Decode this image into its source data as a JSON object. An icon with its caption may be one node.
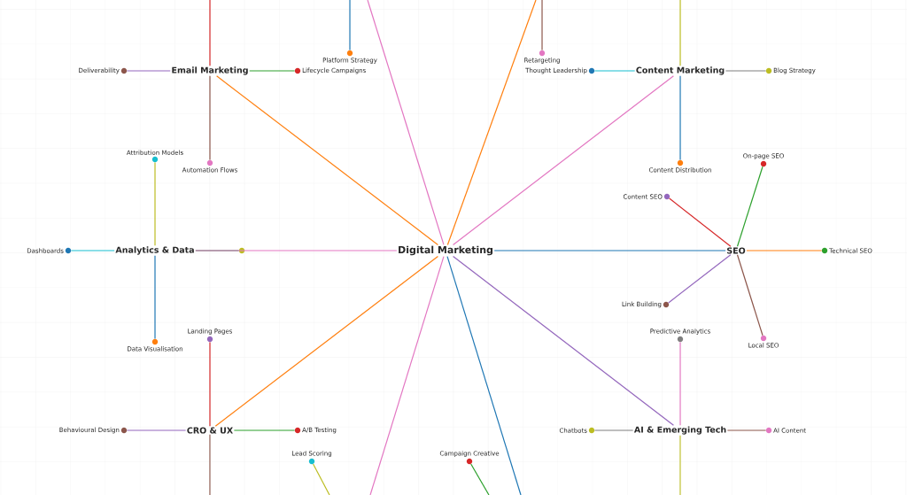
{
  "diagram": {
    "nodes": [
      {
        "text": [
          "Digital Marketing"
        ]
      },
      {
        "text": [
          "Email Marketing"
        ]
      },
      {
        "text": [
          "Deliverability"
        ]
      },
      {
        "text": [
          "Lifecycle Campaigns"
        ]
      },
      {
        "text": [
          "Automation Flows"
        ]
      },
      {
        "text": [
          "Platform Strategy"
        ]
      },
      {
        "text": [
          "Retargeting"
        ]
      },
      {
        "text": [
          "Content Marketing"
        ]
      },
      {
        "text": [
          "Thought Leadership"
        ]
      },
      {
        "text": [
          "Blog Strategy"
        ]
      },
      {
        "text": [
          "Attribution Models"
        ]
      },
      {
        "text": [
          "Content Distribution"
        ]
      },
      {
        "text": [
          "On-page SEO"
        ]
      },
      {
        "text": [
          "Content SEO"
        ]
      },
      {
        "text": [
          "Dashboards"
        ]
      },
      {
        "text": [
          "Analytics & Data"
        ]
      },
      {
        "text": [],
        "shape": "circle"
      },
      {
        "text": [
          "SEO"
        ]
      },
      {
        "text": [
          "Technical SEO"
        ]
      },
      {
        "text": [
          "Link Building"
        ]
      },
      {
        "text": [
          "Data Visualisation"
        ]
      },
      {
        "text": [
          "Landing Pages"
        ]
      },
      {
        "text": [
          "Predictive Analytics"
        ]
      },
      {
        "text": [
          "Local SEO"
        ]
      },
      {
        "text": [
          "Behavioural Design"
        ]
      },
      {
        "text": [
          "CRO & UX"
        ]
      },
      {
        "text": [
          "A/B Testing"
        ]
      },
      {
        "text": [
          "Chatbots"
        ]
      },
      {
        "text": [
          "AI & Emerging Tech"
        ]
      },
      {
        "text": [
          "AI Content"
        ]
      },
      {
        "text": [
          "Lead Scoring"
        ]
      },
      {
        "text": [
          "Campaign Creative"
        ]
      }
    ],
    "edges": [
      {
        "from": 0,
        "to": 1,
        "arrow": "none",
        "color": "#ff7f0e"
      },
      {
        "from": 0,
        "to": 7,
        "arrow": "none",
        "color": "#e377c2"
      },
      {
        "from": 0,
        "to": 15,
        "arrow": "none",
        "color": "#e377c2"
      },
      {
        "from": 0,
        "to": 17,
        "arrow": "none",
        "color": "#1f77b4"
      },
      {
        "from": 0,
        "to": 25,
        "arrow": "none",
        "color": "#ff7f0e"
      },
      {
        "from": 0,
        "to": 28,
        "arrow": "none",
        "color": "#9467bd"
      },
      {
        "from": 0,
        "to": null,
        "arrow": "none",
        "color": "#e377c2"
      },
      {
        "from": 0,
        "to": null,
        "arrow": "none",
        "color": "#ff7f0e"
      },
      {
        "from": 0,
        "to": null,
        "arrow": "none",
        "color": "#e377c2"
      },
      {
        "from": 0,
        "to": null,
        "arrow": "none",
        "color": "#1f77b4"
      },
      {
        "from": 1,
        "to": 2,
        "arrow": "none",
        "color": "#9467bd"
      },
      {
        "from": 1,
        "to": 3,
        "arrow": "none",
        "color": "#2ca02c"
      },
      {
        "from": 1,
        "to": 4,
        "arrow": "none",
        "color": "#8c564b"
      },
      {
        "from": 1,
        "to": null,
        "arrow": "none",
        "color": "#d62728"
      },
      {
        "from": 7,
        "to": 8,
        "arrow": "none",
        "color": "#17becf"
      },
      {
        "from": 7,
        "to": 9,
        "arrow": "none",
        "color": "#7f7f7f"
      },
      {
        "from": 7,
        "to": 11,
        "arrow": "none",
        "color": "#1f77b4"
      },
      {
        "from": 7,
        "to": null,
        "arrow": "none",
        "color": "#bcbd22"
      },
      {
        "from": 15,
        "to": 10,
        "arrow": "none",
        "color": "#bcbd22"
      },
      {
        "from": 15,
        "to": 14,
        "arrow": "none",
        "color": "#17becf"
      },
      {
        "from": 15,
        "to": 16,
        "arrow": "none",
        "color": "#7f7f7f"
      },
      {
        "from": 15,
        "to": 20,
        "arrow": "none",
        "color": "#1f77b4"
      },
      {
        "from": 17,
        "to": 12,
        "arrow": "none",
        "color": "#2ca02c"
      },
      {
        "from": 17,
        "to": 13,
        "arrow": "none",
        "color": "#d62728"
      },
      {
        "from": 17,
        "to": 18,
        "arrow": "none",
        "color": "#ff7f0e"
      },
      {
        "from": 17,
        "to": 19,
        "arrow": "none",
        "color": "#9467bd"
      },
      {
        "from": 17,
        "to": 23,
        "arrow": "none",
        "color": "#8c564b"
      },
      {
        "from": 25,
        "to": 21,
        "arrow": "none",
        "color": "#d62728"
      },
      {
        "from": 25,
        "to": 24,
        "arrow": "none",
        "color": "#9467bd"
      },
      {
        "from": 25,
        "to": 26,
        "arrow": "none",
        "color": "#2ca02c"
      },
      {
        "from": 25,
        "to": null,
        "arrow": "none",
        "color": "#8c564b"
      },
      {
        "from": 28,
        "to": 22,
        "arrow": "none",
        "color": "#e377c2"
      },
      {
        "from": 28,
        "to": 27,
        "arrow": "none",
        "color": "#7f7f7f"
      },
      {
        "from": 28,
        "to": 29,
        "arrow": "none",
        "color": "#8c564b"
      },
      {
        "from": 28,
        "to": null,
        "arrow": "none",
        "color": "#bcbd22"
      },
      {
        "from": 5,
        "to": null,
        "arrow": "none",
        "color": "#1f77b4"
      },
      {
        "from": 6,
        "to": null,
        "arrow": "none",
        "color": "#8c564b"
      },
      {
        "from": 30,
        "to": null,
        "arrow": "none",
        "color": "#bcbd22"
      },
      {
        "from": 31,
        "to": null,
        "arrow": "none",
        "color": "#2ca02c"
      }
    ]
  }
}
